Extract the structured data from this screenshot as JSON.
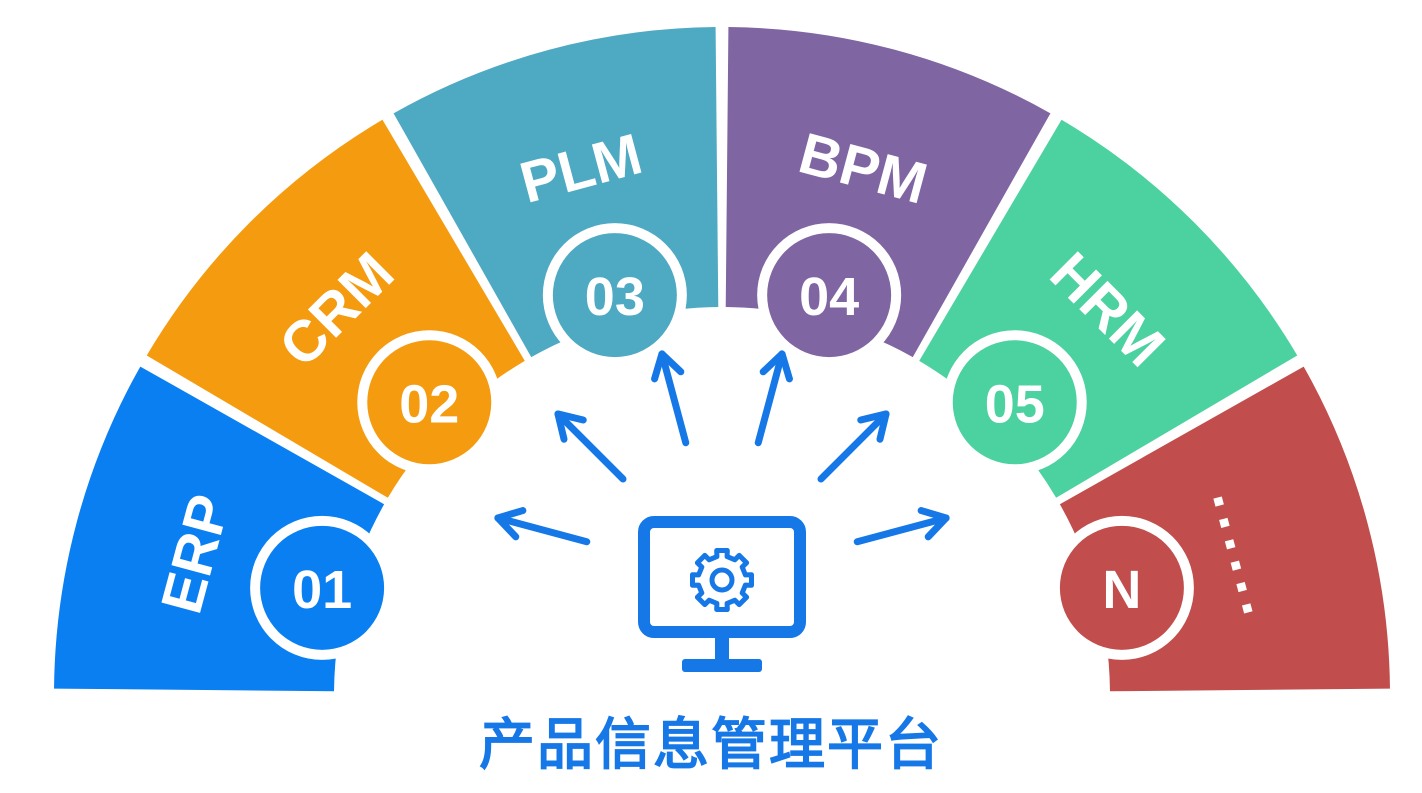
{
  "modules": [
    {
      "label": "ERP",
      "number": "01",
      "color": "#0a7ff2"
    },
    {
      "label": "CRM",
      "number": "02",
      "color": "#f59b10"
    },
    {
      "label": "PLM",
      "number": "03",
      "color": "#4ea9c3"
    },
    {
      "label": "BPM",
      "number": "04",
      "color": "#7f65a2"
    },
    {
      "label": "HRM",
      "number": "05",
      "color": "#4cd1a0"
    },
    {
      "label": "......",
      "number": "N",
      "color": "#c14e4c"
    }
  ],
  "center": {
    "icon": "monitor-gear-icon",
    "color": "#1677e6",
    "title": "产品信息管理平台"
  }
}
